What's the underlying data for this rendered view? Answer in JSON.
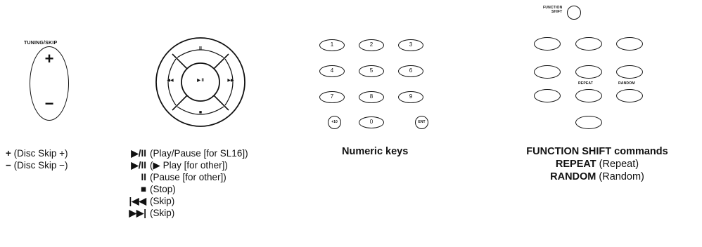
{
  "tuning": {
    "title": "TUNING/SKIP",
    "plus": "+",
    "minus": "−",
    "legend": [
      {
        "sym": "+",
        "text": "(Disc Skip +)"
      },
      {
        "sym": "−",
        "text": "(Disc Skip −)"
      }
    ]
  },
  "dpad": {
    "up": "II",
    "left": "◀◀",
    "right": "▶▶",
    "center": "▶ II",
    "down": "■",
    "legend": [
      {
        "sym": "▶/II",
        "text": "(Play/Pause [for SL16])"
      },
      {
        "sym": "▶/II",
        "text": "(▶ Play [for other])"
      },
      {
        "sym": "II",
        "text": "(Pause [for other])"
      },
      {
        "sym": "■",
        "text": "(Stop)"
      },
      {
        "sym": "|◀◀",
        "text": "(Skip)"
      },
      {
        "sym": "▶▶|",
        "text": "(Skip)"
      }
    ]
  },
  "numeric": {
    "rows": [
      [
        "1",
        "2",
        "3"
      ],
      [
        "4",
        "5",
        "6"
      ],
      [
        "7",
        "8",
        "9"
      ]
    ],
    "bottom": [
      "+10",
      "0",
      "ENT"
    ],
    "caption": "Numeric keys"
  },
  "function": {
    "shift_label_line1": "FUNCTION",
    "shift_label_line2": "SHIFT",
    "repeat_label": "REPEAT",
    "random_label": "RANDOM",
    "caption_line1": "FUNCTION SHIFT commands",
    "caption_line2_bold": "REPEAT",
    "caption_line2_rest": " (Repeat)",
    "caption_line3_bold": "RANDOM",
    "caption_line3_rest": " (Random)"
  }
}
